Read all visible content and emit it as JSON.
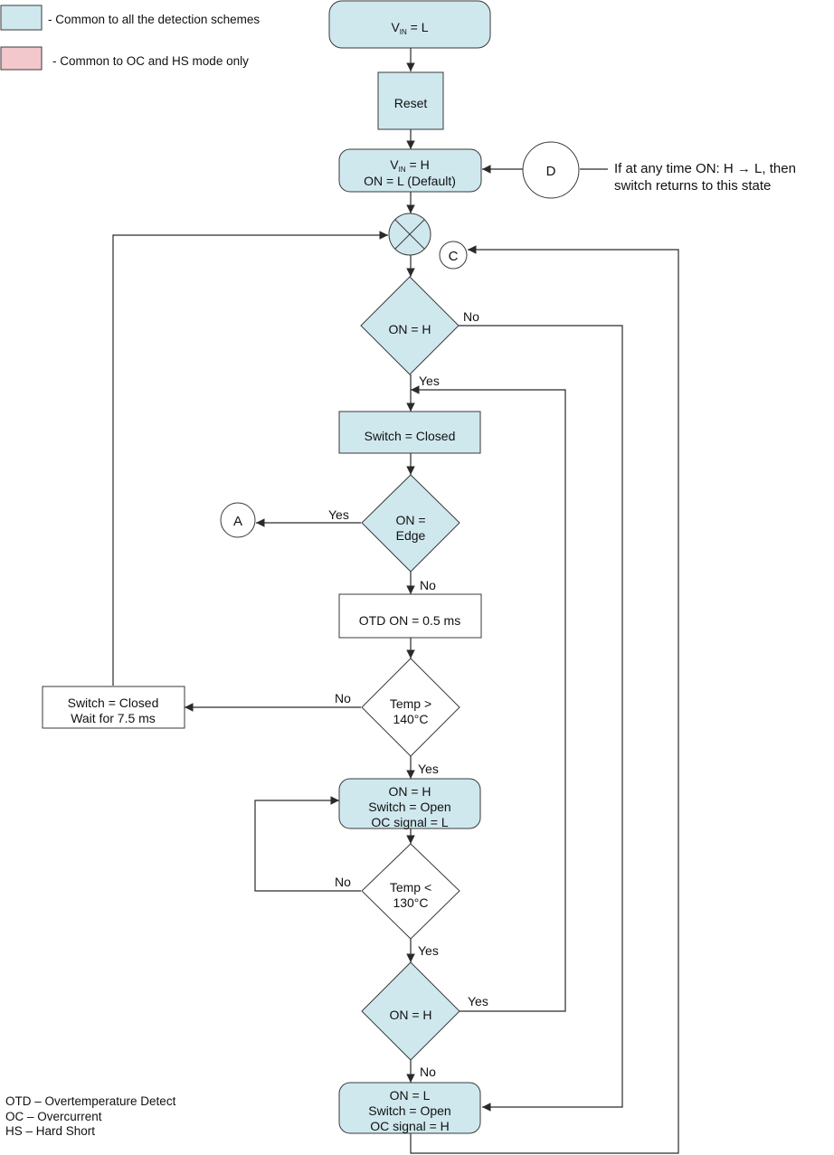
{
  "legend": {
    "common_all": "- Common to all the detection schemes",
    "common_oc_hs": "- Common to OC and HS mode only"
  },
  "nodes": {
    "vin_l": {
      "prefix": "V",
      "sub": "IN",
      "suffix": " = L"
    },
    "reset": "Reset",
    "vin_h": {
      "prefix": "V",
      "sub": "IN",
      "suffix": " = H",
      "line2": "ON = L (Default)"
    },
    "connector_d": "D",
    "note_d_1": "If at any time ON: H → L, then",
    "note_d_2": "switch returns to this state",
    "connector_c": "C",
    "decision_on_h_1": "ON = H",
    "switch_closed": "Switch = Closed",
    "decision_edge_1": "ON =",
    "decision_edge_2": "Edge",
    "connector_a": "A",
    "otd_on": "OTD ON = 0.5 ms",
    "temp_gt_1": "Temp >",
    "temp_gt_2": "140°C",
    "wait_1": "Switch = Closed",
    "wait_2": "Wait for 7.5 ms",
    "state_open_1": "ON = H",
    "state_open_2": "Switch = Open",
    "state_open_3": "OC signal = L",
    "temp_lt_1": "Temp <",
    "temp_lt_2": "130°C",
    "decision_on_h_2": "ON = H",
    "state_final_1": "ON = L",
    "state_final_2": "Switch = Open",
    "state_final_3": "OC signal = H"
  },
  "labels": {
    "no_1": "No",
    "yes_1": "Yes",
    "yes_edge": "Yes",
    "no_edge": "No",
    "no_temp_gt": "No",
    "yes_temp_gt": "Yes",
    "no_temp_lt": "No",
    "yes_temp_lt": "Yes",
    "yes_on_h_2": "Yes",
    "no_on_h_2": "No"
  },
  "abbreviations": [
    "OTD – Overtemperature Detect",
    "OC – Overcurrent",
    "HS – Hard Short"
  ]
}
